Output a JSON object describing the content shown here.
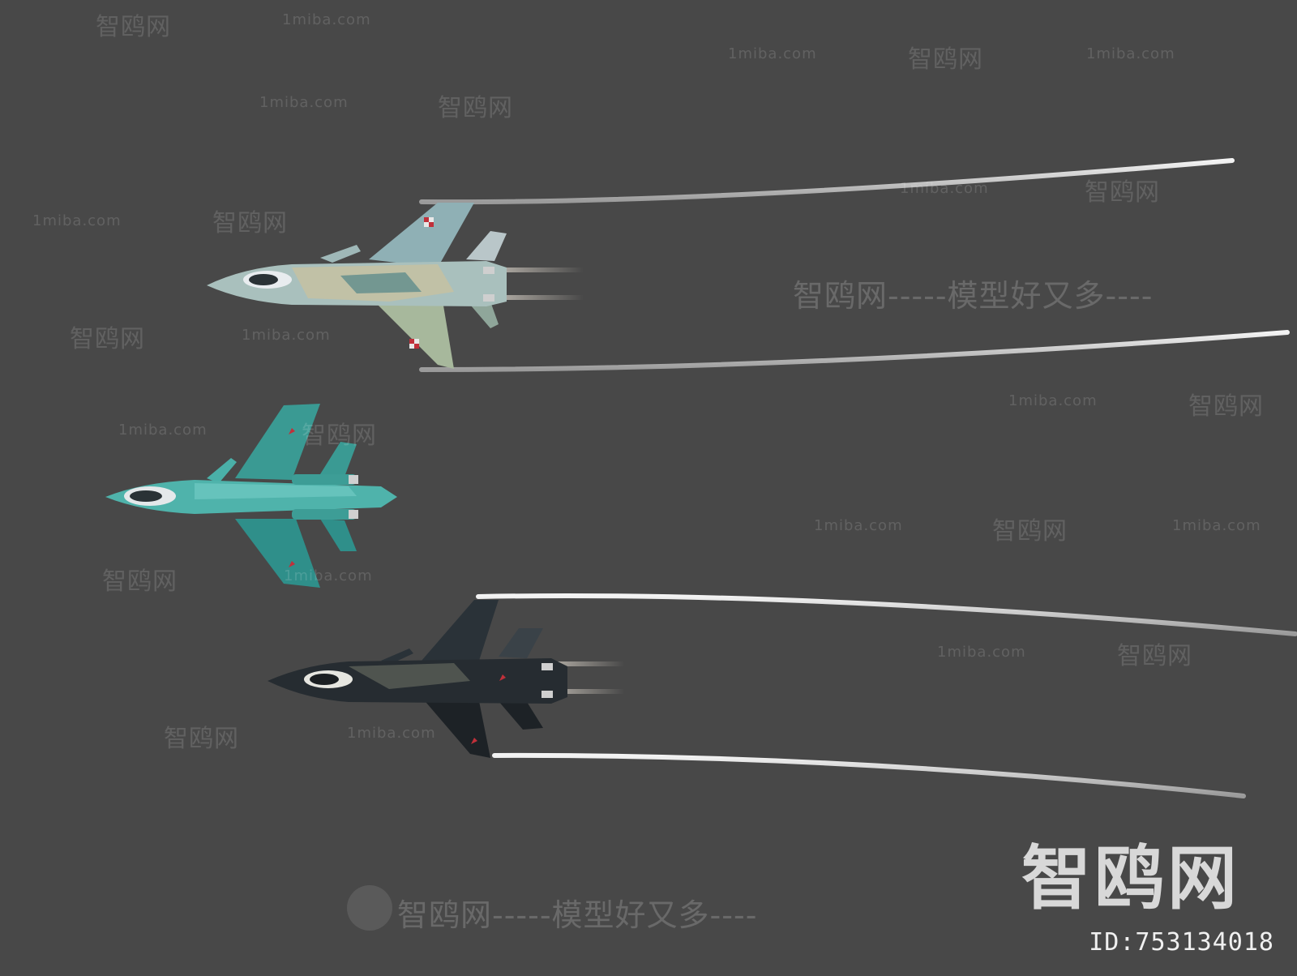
{
  "watermarks": {
    "logo_text": "智鸥网",
    "site": "1miba.com",
    "slogan": "智鸥网-----模型好又多----",
    "slogan_mid": "智鸥网-----模型好又多----",
    "image_id": "ID:753134018"
  },
  "scene": {
    "background": "#484848",
    "aircraft": [
      {
        "name": "polish-camo-jet",
        "livery": [
          "#9fb8b8",
          "#c7c1a0",
          "#5f8c8c"
        ]
      },
      {
        "name": "teal-camo-jet",
        "livery": [
          "#2f8f8a",
          "#6cc7c0",
          "#1f6e6a"
        ]
      },
      {
        "name": "black-camo-jet",
        "livery": [
          "#1d2226",
          "#3a4248",
          "#9a9a8a"
        ]
      }
    ]
  }
}
